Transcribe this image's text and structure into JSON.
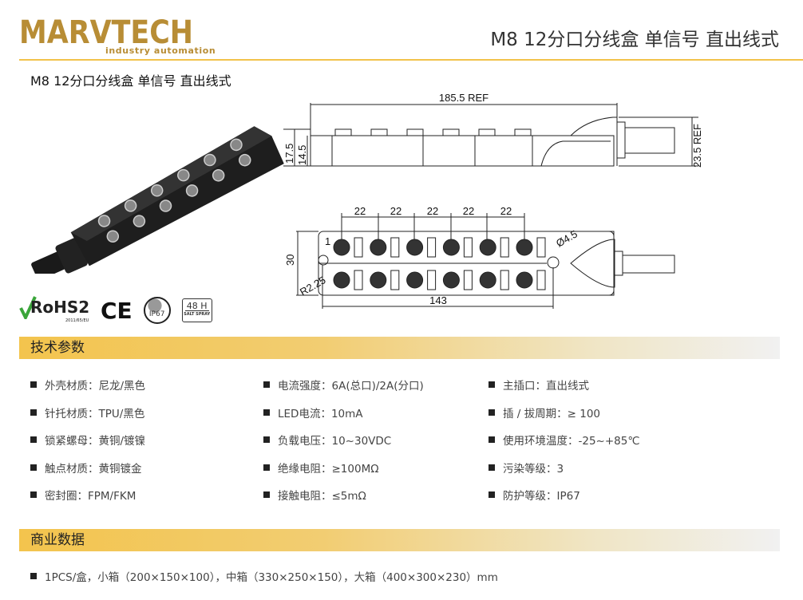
{
  "brand": {
    "name": "MARVTECH",
    "tagline": "industry automation",
    "color": "#b88d35"
  },
  "header": {
    "title": "M8 12分口分线盒 单信号 直出线式"
  },
  "product": {
    "title": "M8 12分口分线盒 单信号 直出线式"
  },
  "certifications": [
    "RoHS2",
    "2011/65/EU",
    "CE",
    "IP67",
    "48 H",
    "SALT SPRAY"
  ],
  "drawing": {
    "length": "185.5 REF",
    "height1": "17.5",
    "height2": "14.5",
    "cable_height": "23.5 REF",
    "pitch": [
      "22",
      "22",
      "22",
      "22",
      "22"
    ],
    "width": "30",
    "offset": "1",
    "radius": "R2.25",
    "hole": "Ø4.5",
    "mount": "143"
  },
  "sections": {
    "tech": "技术参数",
    "commerce": "商业数据"
  },
  "specs": [
    [
      "外壳材质：尼龙/黑色",
      "针托材质：TPU/黑色",
      "锁紧螺母：黄铜/镀镍",
      "触点材质：黄铜镀金",
      "密封圈：FPM/FKM"
    ],
    [
      "电流强度：6A(总口)/2A(分口)",
      "LED电流：10mA",
      "负载电压：10~30VDC",
      "绝缘电阻：≥100MΩ",
      "接触电阻：≤5mΩ"
    ],
    [
      "主插口：直出线式",
      "插 / 拔周期：≥ 100",
      "使用环境温度：-25~+85℃",
      "污染等级：3",
      "防护等级：IP67"
    ]
  ],
  "commerce": "1PCS/盒，小箱（200×150×100），中箱（330×250×150），大箱（400×300×230）mm"
}
